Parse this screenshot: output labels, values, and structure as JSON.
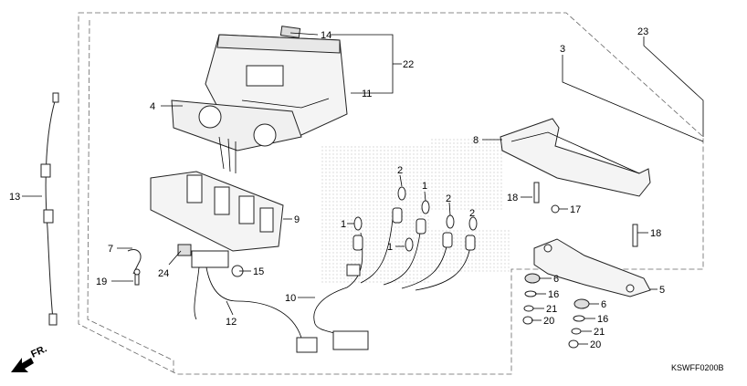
{
  "diagram": {
    "code": "KSWFF0200B",
    "direction_label": "FR.",
    "callouts": {
      "c1a": "1",
      "c1b": "1",
      "c1c": "1",
      "c2a": "2",
      "c2b": "2",
      "c2c": "2",
      "c3": "3",
      "c4": "4",
      "c5": "5",
      "c6a": "6",
      "c6b": "6",
      "c7": "7",
      "c8": "8",
      "c9": "9",
      "c10": "10",
      "c11": "11",
      "c12": "12",
      "c13": "13",
      "c14": "14",
      "c15": "15",
      "c16a": "16",
      "c16b": "16",
      "c17": "17",
      "c18a": "18",
      "c18b": "18",
      "c19": "19",
      "c20a": "20",
      "c20b": "20",
      "c21a": "21",
      "c21b": "21",
      "c22": "22",
      "c23": "23",
      "c24": "24"
    }
  }
}
